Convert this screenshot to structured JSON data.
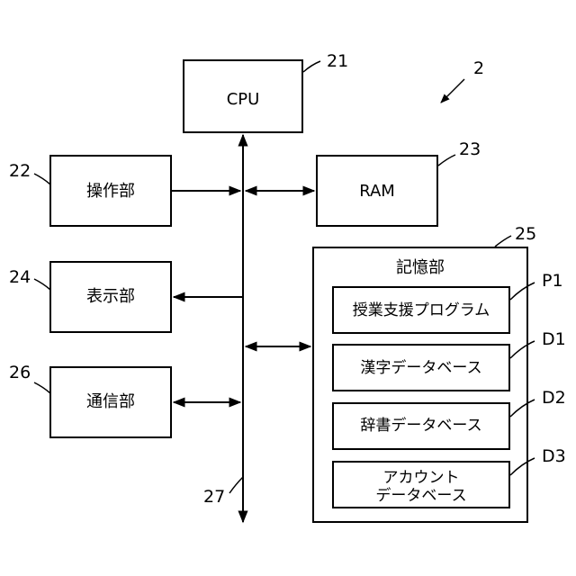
{
  "figure_ref": "2",
  "blocks": {
    "cpu": {
      "label": "CPU",
      "ref": "21"
    },
    "operation": {
      "label": "操作部",
      "ref": "22"
    },
    "ram": {
      "label": "RAM",
      "ref": "23"
    },
    "display": {
      "label": "表示部",
      "ref": "24"
    },
    "storage": {
      "label": "記憶部",
      "ref": "25"
    },
    "communication": {
      "label": "通信部",
      "ref": "26"
    }
  },
  "bus": {
    "ref": "27"
  },
  "storage_items": [
    {
      "label_line1": "授業支援プログラム",
      "label_line2": "",
      "ref": "P1"
    },
    {
      "label_line1": "漢字データベース",
      "label_line2": "",
      "ref": "D1"
    },
    {
      "label_line1": "辞書データベース",
      "label_line2": "",
      "ref": "D2"
    },
    {
      "label_line1": "アカウント",
      "label_line2": "データベース",
      "ref": "D3"
    }
  ]
}
